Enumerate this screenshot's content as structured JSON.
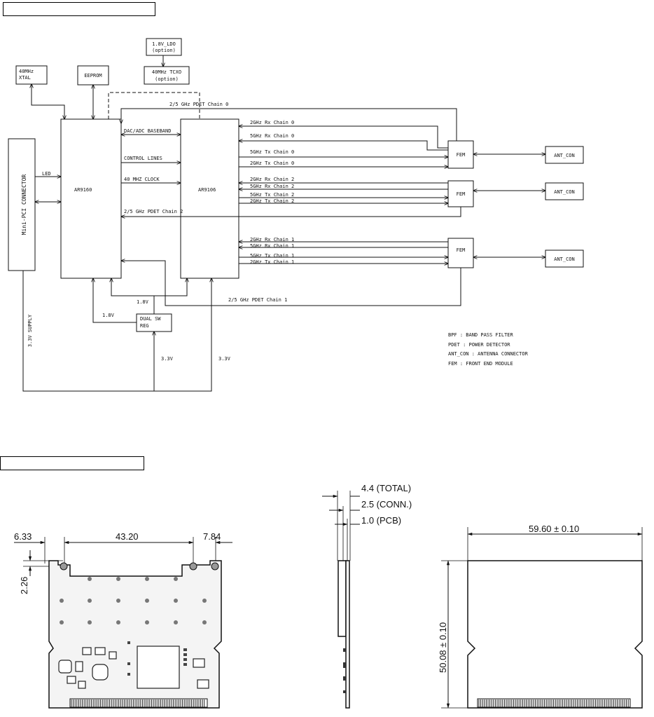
{
  "blocks": {
    "ldo": [
      "1.8V_LDO",
      "(option)"
    ],
    "tcxo": [
      "40MHz  TCXO",
      "(option)"
    ],
    "xtal": [
      "40MHz",
      "XTAL"
    ],
    "eeprom": "EEPROM",
    "minipci": "Mini-PCI CONNECTOR",
    "ar9160": "AR9160",
    "ar9106": "AR9106",
    "fem": "FEM",
    "ant": "ANT_CON",
    "reg": [
      "DUAL SW",
      "REG"
    ]
  },
  "signals": {
    "pdet0": "2/5 GHz PDET Chain 0",
    "pdet1": "2/5 GHz PDET Chain 1",
    "pdet2": "2/5 GHz PDET Chain 2",
    "dac": "DAC/ADC BASEBAND",
    "ctrl": "CONTROL LINES",
    "clock": "40 MHZ CLOCK",
    "led": "LED",
    "c0": [
      "2GHz Rx Chain 0",
      "5GHz Rx Chain 0",
      "5GHz Tx Chain 0",
      "2GHz Tx Chain 0"
    ],
    "c2": [
      "2GHz Rx Chain 2",
      "5GHz Rx Chain 2",
      "5GHz Tx Chain 2",
      "2GHz Tx Chain 2"
    ],
    "c1": [
      "2GHz Rx Chain 1",
      "5GHz Rx Chain 1",
      "5GHz Tx Chain 1",
      "2GHz Tx Chain 1"
    ]
  },
  "power": {
    "v18a": "1.8V",
    "v18b": "1.8V",
    "v33a": "3.3V",
    "v33b": "3.3V",
    "supply": "3.3V SUPPLY"
  },
  "legend": [
    "BPF  : BAND PASS FILTER",
    "PDET : POWER DETECTOR",
    "ANT_CON  : ANTENNA CONNECTOR",
    "FEM  : FRONT END MODULE"
  ],
  "dimensions": {
    "d633": "6.33",
    "d4320": "43.20",
    "d784": "7.84",
    "d226": "2.26",
    "total": "4.4 (TOTAL)",
    "conn": "2.5 (CONN.)",
    "pcb": "1.0 (PCB)",
    "width": "59.60 ± 0.10",
    "height": "50.08 ± 0.10"
  },
  "colors": {
    "line": "#111111",
    "pcb": "#f4f4f4",
    "component": "#888888"
  }
}
